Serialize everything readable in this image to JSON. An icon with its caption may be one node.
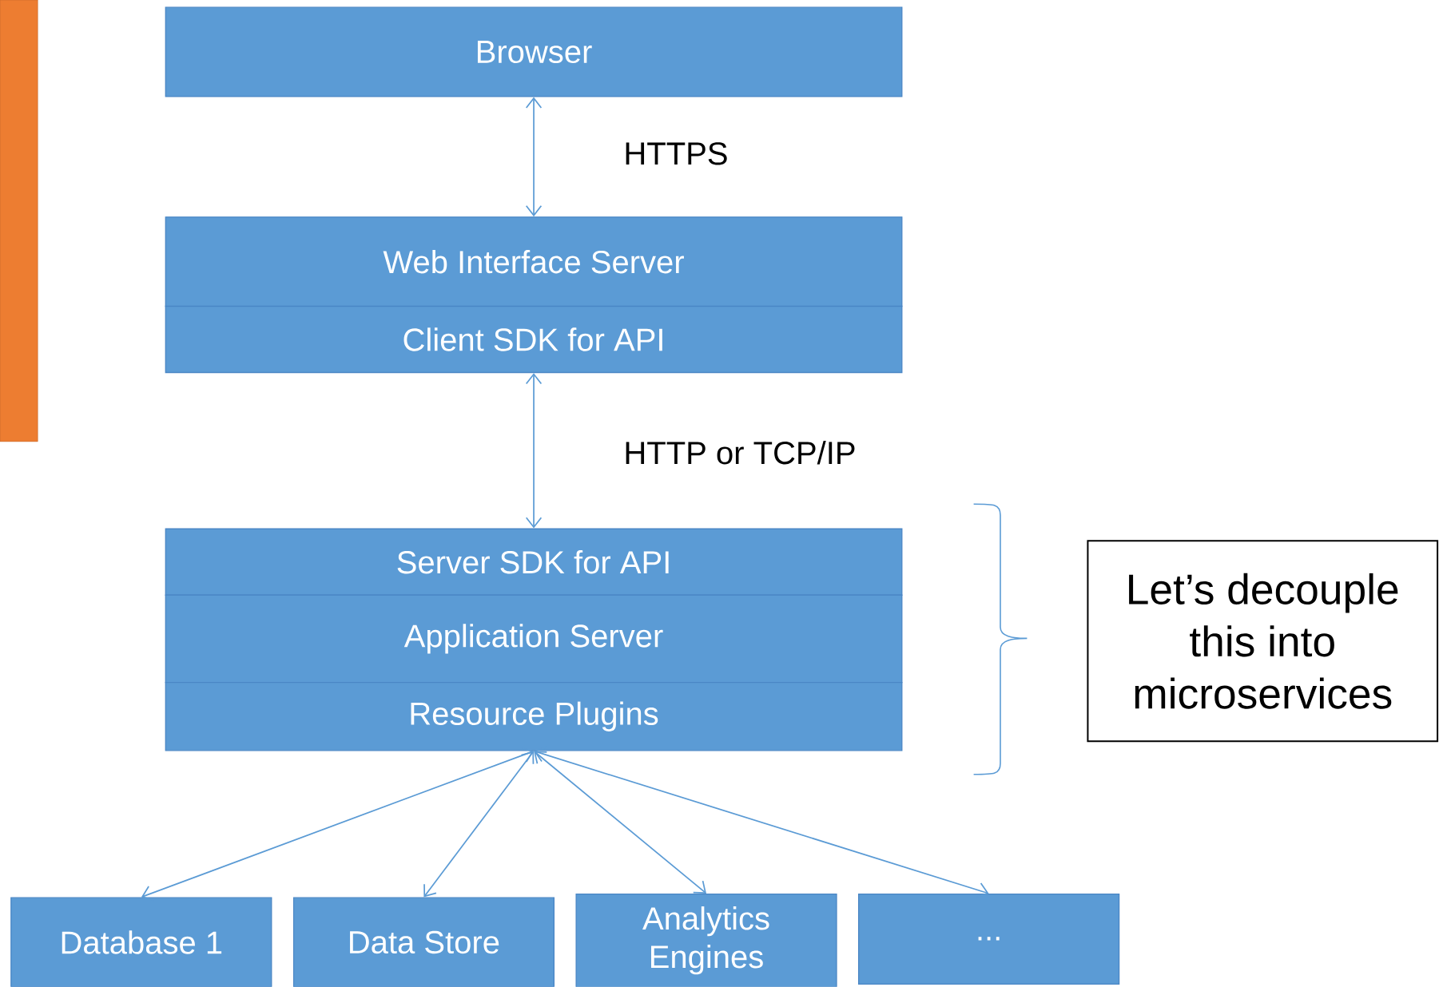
{
  "diagram": {
    "nodes": [
      {
        "text": [],
        "shape": "bar"
      },
      {
        "text": [
          "Browser"
        ]
      },
      {
        "text": [
          "Web Interface Server"
        ]
      },
      {
        "text": [
          "Client SDK for API"
        ]
      },
      {
        "text": [
          "Server SDK for API"
        ]
      },
      {
        "text": [
          "Application Server"
        ]
      },
      {
        "text": [
          "Resource Plugins"
        ]
      },
      {
        "text": [
          "Database 1"
        ]
      },
      {
        "text": [
          "Data Store"
        ]
      },
      {
        "text": [
          "Analytics Engines"
        ]
      },
      {
        "text": [
          "..."
        ]
      },
      {
        "text": [
          "Let’s decouple this into microservices"
        ]
      }
    ],
    "edges": [
      {
        "from": 1,
        "to": 2,
        "arrow": "both",
        "label": "HTTPS"
      },
      {
        "from": 3,
        "to": 4,
        "arrow": "both",
        "label": "HTTP or TCP/IP"
      },
      {
        "from": 6,
        "to": 7,
        "arrow": "both"
      },
      {
        "from": 6,
        "to": 8,
        "arrow": "both"
      },
      {
        "from": 6,
        "to": 9,
        "arrow": "both"
      },
      {
        "from": 6,
        "to": 10,
        "arrow": "both"
      }
    ]
  }
}
